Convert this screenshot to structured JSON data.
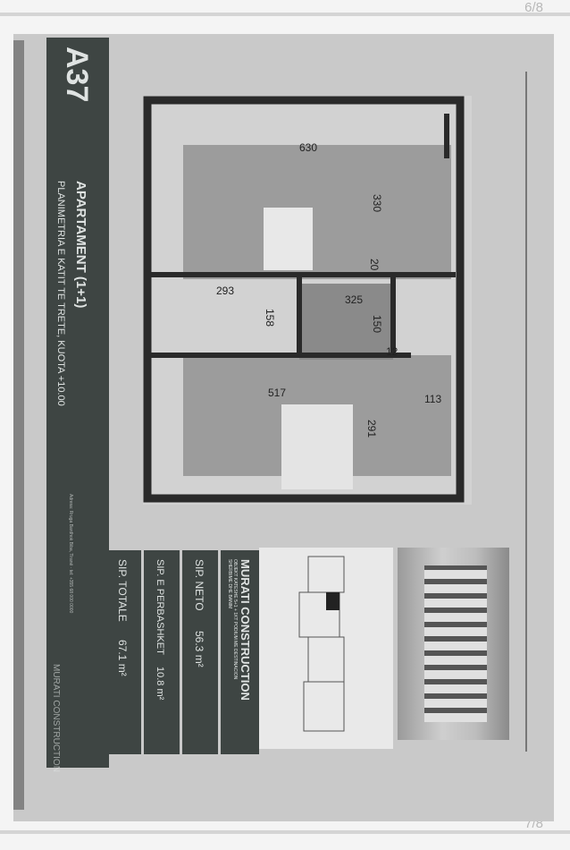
{
  "page_top": "6/8",
  "page_bottom": "7/8",
  "header": {
    "code": "A37",
    "title": "APARTAMENT (1+1)",
    "subtitle": "PLANIMETRIA E KATIT TE TRETE, KUOTA +10.00",
    "footer_small": "Adresa: Rruga Bardhok Biba, Tiranë · tel: +355 68 000 0000"
  },
  "dimensions": [
    "630",
    "330",
    "20",
    "293",
    "158",
    "325",
    "150",
    "12",
    "517",
    "113",
    "291"
  ],
  "info": {
    "company": "MURATI CONSTRUCTION",
    "company_sub": "OBJEKT KATESHE 5+1 + 1KT PODIUM ME DESTINACION SHERBIME DHE BANIM",
    "sip_neto_label": "SIP. NETO",
    "sip_neto_value": "56.3 m²",
    "sip_perb_label": "SIP. E PERBASHKET",
    "sip_perb_value": "10.8 m²",
    "sip_totale_label": "SIP. TOTALE",
    "sip_totale_value": "67.1 m²",
    "logo_text": "MURATI CONSTRUCTION"
  }
}
